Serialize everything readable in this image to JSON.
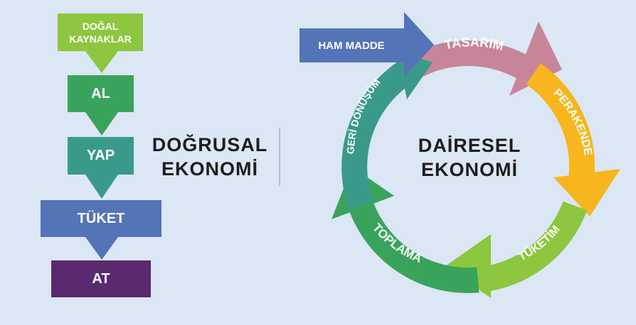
{
  "linear": {
    "title_line1": "DOĞRUSAL",
    "title_line2": "EKONOMİ",
    "steps": [
      {
        "label_line1": "DOĞAL",
        "label_line2": "KAYNAKLAR",
        "color": "#8dc63f"
      },
      {
        "label": "AL",
        "color": "#3aa35b"
      },
      {
        "label": "YAP",
        "color": "#3a9a8a"
      },
      {
        "label": "TÜKET",
        "color": "#5474b8"
      },
      {
        "label": "AT",
        "color": "#5b2a6e"
      }
    ]
  },
  "circular": {
    "title_line1": "DAİRESEL",
    "title_line2": "EKONOMİ",
    "stages": [
      {
        "label": "HAM MADDE",
        "color": "#5474b8"
      },
      {
        "label": "TASARIM",
        "color": "#c8859a"
      },
      {
        "label": "PERAKENDE",
        "color": "#f7b51e"
      },
      {
        "label": "TÜKETİM",
        "color": "#8dc63f"
      },
      {
        "label": "TOPLAMA",
        "color": "#3aa35b"
      },
      {
        "label": "GERİ DÖNÜŞÜM",
        "color": "#3a9a8a"
      }
    ]
  }
}
